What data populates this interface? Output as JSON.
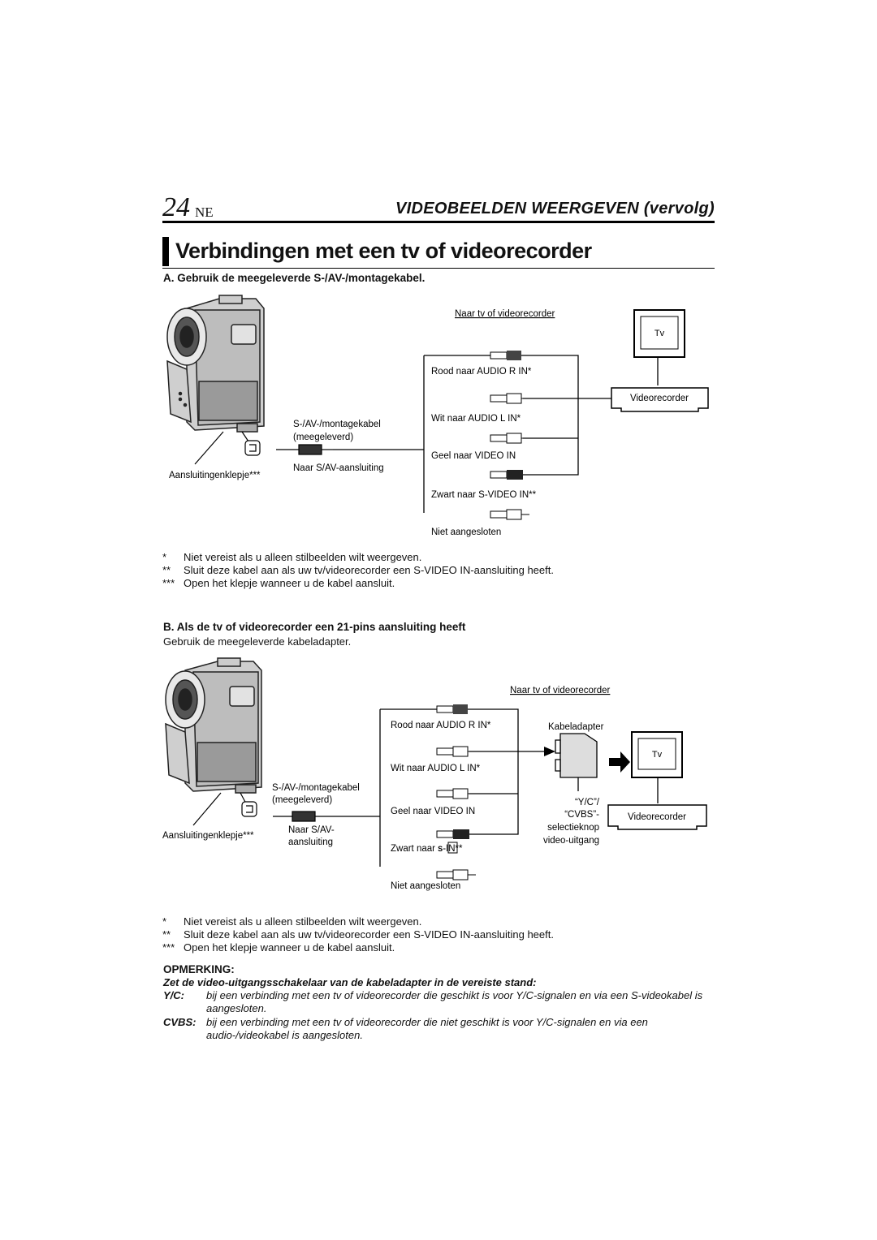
{
  "header": {
    "page_number": "24",
    "language": "NE",
    "section_title": "VIDEOBEELDEN WEERGEVEN (vervolg)"
  },
  "title": "Verbindingen met een tv of videorecorder",
  "section_a": {
    "heading": "A. Gebruik de meegeleverde S-/AV-/montagekabel.",
    "diagram": {
      "to_tv": "Naar tv of videorecorder",
      "tv": "Tv",
      "videorecorder": "Videorecorder",
      "red": "Rood naar AUDIO R IN*",
      "white": "Wit naar AUDIO L IN*",
      "yellow": "Geel naar VIDEO IN",
      "black": "Zwart naar S-VIDEO IN**",
      "not_connected": "Niet aangesloten",
      "cable_line1": "S-/AV-/montagekabel",
      "cable_line2": "(meegeleverd)",
      "to_jack": "Naar S/AV-aansluiting",
      "cover": "Aansluitingenklepje***"
    },
    "notes": [
      {
        "mark": "*",
        "text": "Niet vereist als u alleen stilbeelden wilt weergeven."
      },
      {
        "mark": "**",
        "text": "Sluit deze kabel aan als uw tv/videorecorder een S-VIDEO IN-aansluiting heeft."
      },
      {
        "mark": "***",
        "text": "Open het klepje wanneer u de kabel aansluit."
      }
    ]
  },
  "section_b": {
    "heading": "B. Als de tv of videorecorder een 21-pins aansluiting heeft",
    "subheading": "Gebruik de meegeleverde kabeladapter.",
    "diagram": {
      "to_tv": "Naar tv of videorecorder",
      "tv": "Tv",
      "videorecorder": "Videorecorder",
      "red": "Rood naar AUDIO R IN*",
      "white": "Wit naar AUDIO L IN*",
      "yellow": "Geel naar VIDEO IN",
      "black_prefix": "Zwart naar ",
      "black_icon": "S",
      "black_suffix": "-IN**",
      "not_connected": "Niet aangesloten",
      "adapter": "Kabeladapter",
      "yc": "“Y/C”/",
      "cvbs": "“CVBS”-",
      "selector": "selectieknop",
      "video_out": "video-uitgang",
      "cable_line1": "S-/AV-/montagekabel",
      "cable_line2": "(meegeleverd)",
      "to_jack1": "Naar S/AV-",
      "to_jack2": "aansluiting",
      "cover": "Aansluitingenklepje***"
    },
    "notes": [
      {
        "mark": "*",
        "text": "Niet vereist als u alleen stilbeelden wilt weergeven."
      },
      {
        "mark": "**",
        "text": "Sluit deze kabel aan als uw tv/videorecorder een S-VIDEO IN-aansluiting heeft."
      },
      {
        "mark": "***",
        "text": "Open het klepje wanneer u de kabel aansluit."
      }
    ]
  },
  "remark": {
    "label": "OPMERKING:",
    "lead": "Zet de video-uitgangsschakelaar van de kabeladapter in de vereiste stand:",
    "items": [
      {
        "key": "Y/C:",
        "text": "bij een verbinding met een tv of videorecorder die geschikt is voor Y/C-signalen en via een S-videokabel is aangesloten."
      },
      {
        "key": "CVBS:",
        "text": "bij een verbinding met een tv of videorecorder die niet geschikt is voor Y/C-signalen en via een audio-/videokabel is aangesloten."
      }
    ]
  }
}
